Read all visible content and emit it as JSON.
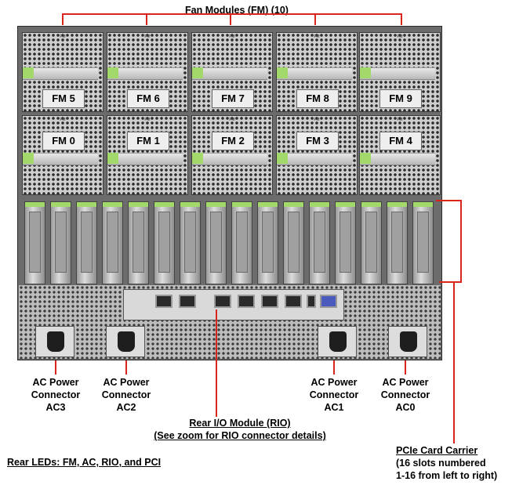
{
  "labels": {
    "fan_modules": "Fan Modules (FM) (10)",
    "ac3": [
      "AC Power",
      "Connector",
      "AC3"
    ],
    "ac2": [
      "AC Power",
      "Connector",
      "AC2"
    ],
    "ac1": [
      "AC Power",
      "Connector",
      "AC1"
    ],
    "ac0": [
      "AC Power",
      "Connector",
      "AC0"
    ],
    "rio": [
      "Rear I/O Module (RIO)",
      "(See zoom for RIO connector details)"
    ],
    "pcie": [
      "PCIe Card Carrier",
      "(16 slots numbered",
      "1-16 from left to right)"
    ],
    "rear_leds": "Rear LEDs:  FM, AC, RIO, and PCI"
  },
  "fan_labels": [
    "FM 5",
    "FM 6",
    "FM 7",
    "FM 8",
    "FM 9",
    "FM 0",
    "FM 1",
    "FM 2",
    "FM 3",
    "FM 4"
  ],
  "fan_module_tag": "FM",
  "colors": {
    "callout_line": "#d9261c",
    "green_tab": "#a3d86b"
  }
}
